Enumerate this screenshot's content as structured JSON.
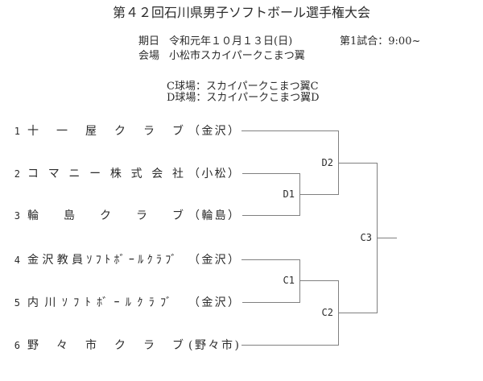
{
  "title": "第４２回石川県男子ソフトボール選手権大会",
  "info": {
    "date_label": "期日",
    "date_value": "令和元年１０月１３日(日)",
    "first_game": "第1試合：9:00~",
    "venue_label": "会場",
    "venue_value": "小松市スカイパークこまつ翼",
    "ground_c": "C球場：スカイパークこまつ翼C",
    "ground_d": "D球場：スカイパークこまつ翼D"
  },
  "colors": {
    "line": "#808080",
    "text": "#2b2b2b"
  },
  "bracket": {
    "teams": [
      {
        "seed": "1",
        "name": "十一屋クラブ",
        "location": "（金沢）"
      },
      {
        "seed": "2",
        "name": "コマニー株式会社",
        "location": "（小松）"
      },
      {
        "seed": "3",
        "name": "輪島クラブ",
        "location": "（輪島）"
      },
      {
        "seed": "4",
        "name": "金沢教員ｿﾌﾄﾎﾞｰﾙｸﾗﾌﾞ",
        "location": "（金沢）"
      },
      {
        "seed": "5",
        "name": "内川ｿﾌﾄﾎﾞｰﾙｸﾗﾌﾞ",
        "location": "（金沢）"
      },
      {
        "seed": "6",
        "name": "野々市クラブ",
        "location": "(野々市)"
      }
    ],
    "match_labels": {
      "d1": "D1",
      "d2": "D2",
      "c1": "C1",
      "c2": "C2",
      "c3": "C3"
    }
  }
}
